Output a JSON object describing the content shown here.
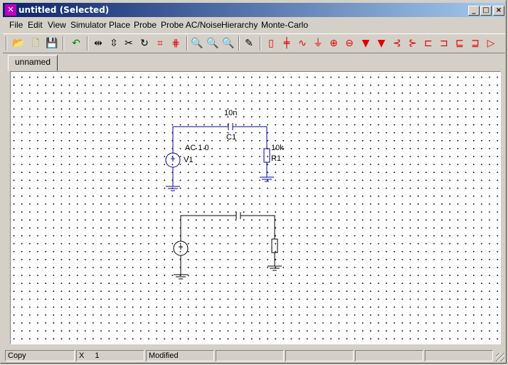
{
  "window": {
    "title": "untitled (Selected)"
  },
  "menu": [
    "File",
    "Edit",
    "View",
    "Simulator",
    "Place",
    "Probe",
    "Probe AC/Noise",
    "Hierarchy",
    "Monte-Carlo"
  ],
  "tabs": {
    "active": "unnamed"
  },
  "schematic": {
    "capacitor_value": "10n",
    "capacitor_ref": "C1",
    "source_value": "AC 1 0",
    "source_ref": "V1",
    "resistor_value": "10k",
    "resistor_ref": "R1"
  },
  "status": {
    "mode": "Copy",
    "coord_label": "X",
    "coord_value": "1",
    "state": "Modified"
  },
  "colors": {
    "selected_wire": "#0000a0",
    "component_red": "#e00000",
    "titlebar_start": "#0a246a",
    "titlebar_end": "#a6caf0"
  }
}
